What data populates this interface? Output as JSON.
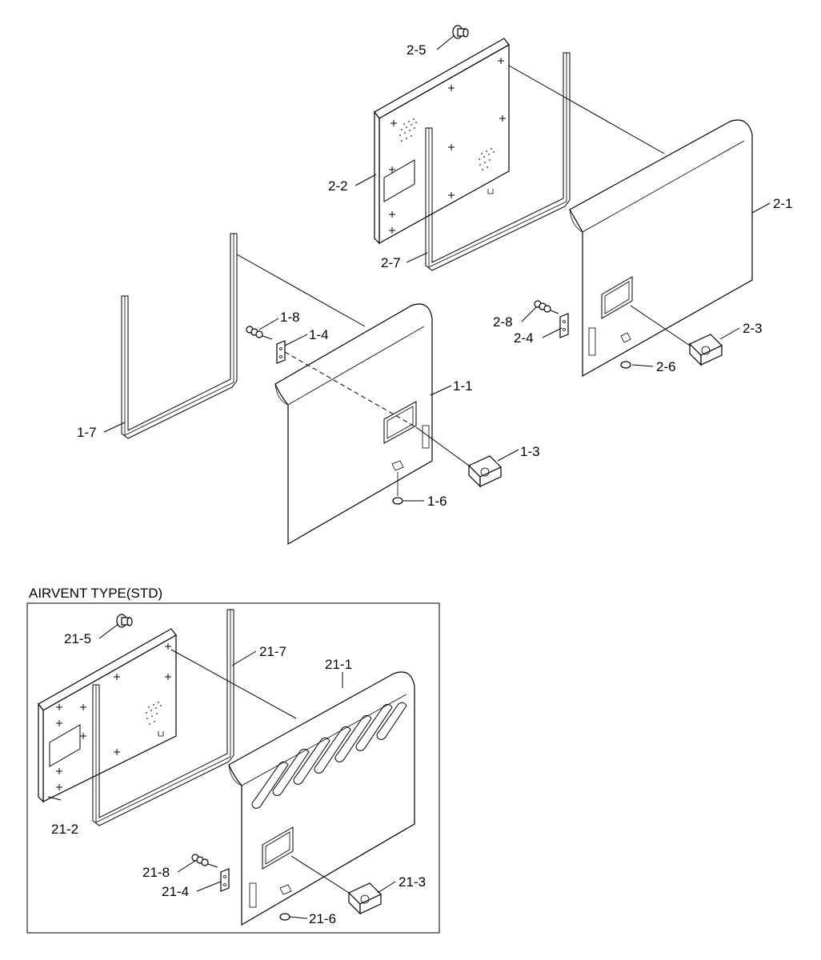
{
  "inset": {
    "title": "AIRVENT TYPE(STD)"
  },
  "labels": {
    "p2_5": "2-5",
    "p2_2": "2-2",
    "p2_7": "2-7",
    "p2_1": "2-1",
    "p2_8": "2-8",
    "p2_4": "2-4",
    "p2_3": "2-3",
    "p2_6": "2-6",
    "p1_8": "1-8",
    "p1_4": "1-4",
    "p1_1": "1-1",
    "p1_7": "1-7",
    "p1_3": "1-3",
    "p1_6": "1-6",
    "p21_5": "21-5",
    "p21_7": "21-7",
    "p21_1": "21-1",
    "p21_2": "21-2",
    "p21_8": "21-8",
    "p21_4": "21-4",
    "p21_3": "21-3",
    "p21_6": "21-6"
  }
}
